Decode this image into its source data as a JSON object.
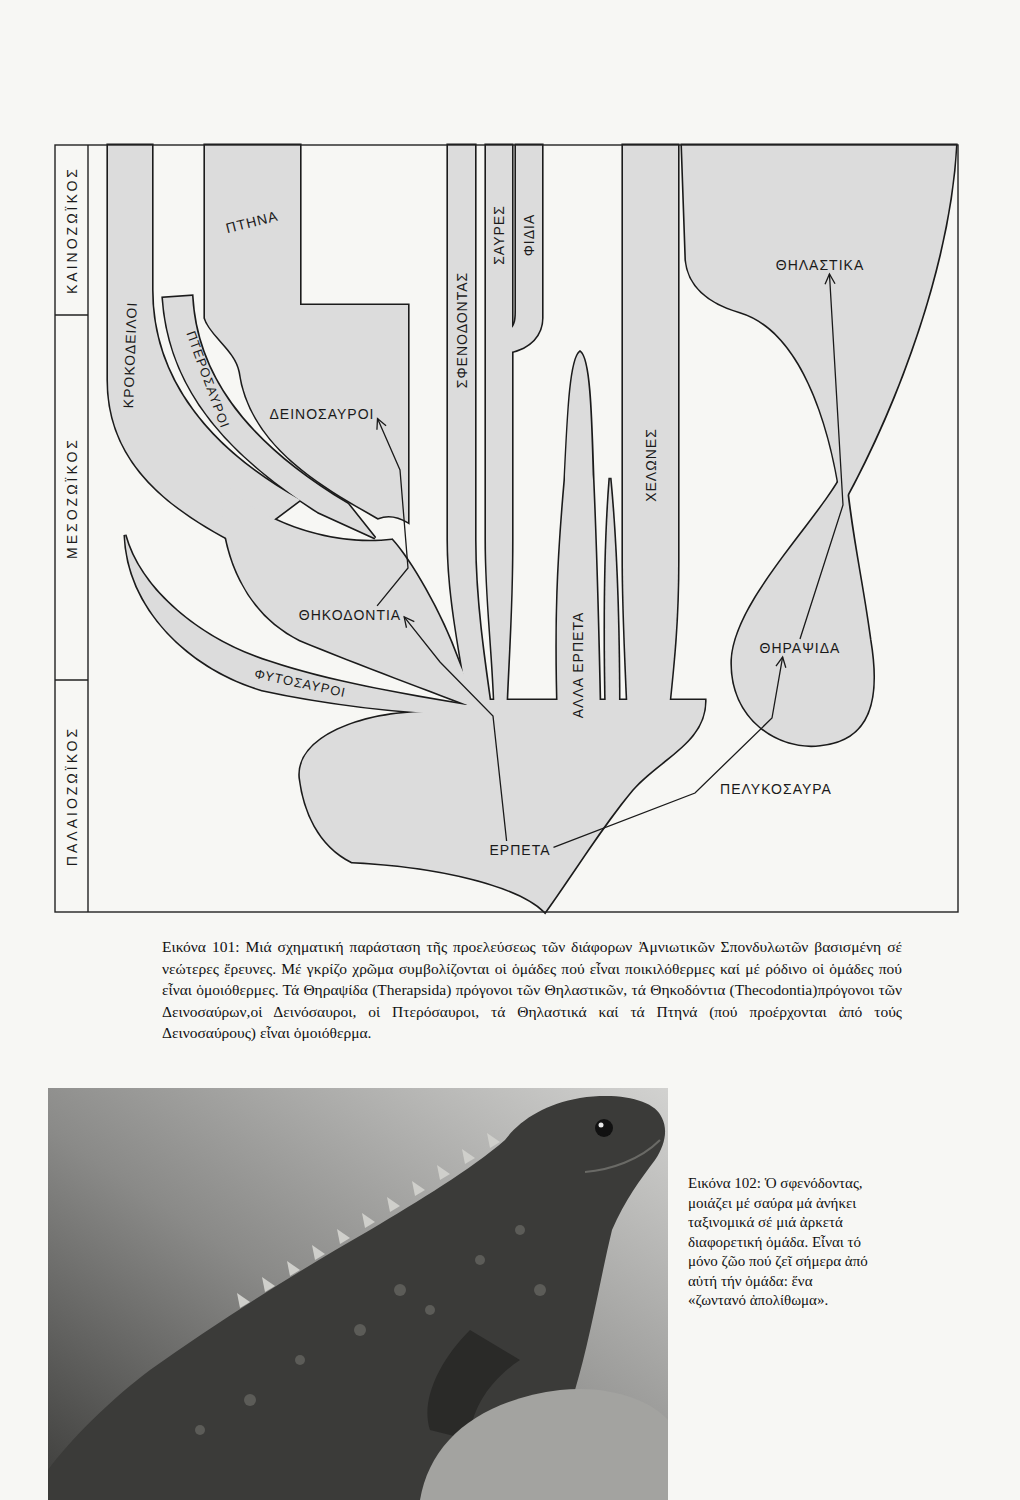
{
  "diagram": {
    "caption": "Εικόνα 101: Μιά σχηματική παράσταση τῆς προελεύσεως τῶν διάφορων Ἀμνιωτικῶν Σπονδυλωτῶν βασισμένη σέ νεώτερες ἔρευνες. Μέ γκρίζο χρῶμα συμβολίζονται οἱ ὁμάδες πού εἶναι ποικιλόθερμες καί μέ ρόδινο οἱ ὁμάδες πού εἶναι ὁμοιόθερμες. Τά Θηραψίδα (Therapsida) πρόγονοι τῶν Θηλαστικῶν, τά Θηκοδόντια (Thecodontia)πρόγονοι τῶν Δεινοσαύρων,οἱ Δεινόσαυροι, οἱ Πτερόσαυροι, τά Θηλαστικά καί τά Πτηνά (πού προέρχονται ἀπό τούς Δεινοσαύρους) εἶναι ὁμοιόθερμα.",
    "nodes": [
      {
        "text": [
          "ΚΑΙΝΟΖΩΪΚΟΣ"
        ]
      },
      {
        "text": [
          "ΜΕΣΟΖΩΪΚΟΣ"
        ]
      },
      {
        "text": [
          "ΠΑΛΑΙΟΖΩΪΚΟΣ"
        ]
      },
      {
        "text": [
          "ΠΤΗΝΑ"
        ]
      },
      {
        "text": [
          "ΚΡΟΚΟΔΕΙΛΟΙ"
        ]
      },
      {
        "text": [
          "ΠΤΕΡΟΣΑΥΡΟΙ"
        ]
      },
      {
        "text": [
          "ΔΕΙΝΟΣΑΥΡΟΙ"
        ]
      },
      {
        "text": [
          "ΣΦΕΝΟΔΟΝΤΑΣ"
        ]
      },
      {
        "text": [
          "ΣΑΥΡΕΣ"
        ]
      },
      {
        "text": [
          "ΦΙΔΙΑ"
        ]
      },
      {
        "text": [
          "ΘΗΛΑΣΤΙΚΑ"
        ]
      },
      {
        "text": [
          "ΧΕΛΩΝΕΣ"
        ]
      },
      {
        "text": [
          "ΘΗΚΟΔΟΝΤΙΑ"
        ]
      },
      {
        "text": [
          "ΦΥΤΟΣΑΥΡΟΙ"
        ]
      },
      {
        "text": [
          "ΑΛΛΑ ΕΡΠΕΤΑ"
        ]
      },
      {
        "text": [
          "ΘΗΡΑΨΙΔΑ"
        ]
      },
      {
        "text": [
          "ΕΡΠΕΤΑ"
        ]
      }
    ],
    "edges": [
      {
        "from": 16,
        "to": 15,
        "label": "ΠΕΛΥΚΟΣΑΥΡΑ",
        "arrow": "to"
      },
      {
        "from": 16,
        "to": 12,
        "arrow": "to"
      },
      {
        "from": 12,
        "to": 6,
        "arrow": "to"
      },
      {
        "from": 15,
        "to": 10,
        "arrow": "to"
      }
    ],
    "labels": [
      "Εικόνα 102: Ὁ σφενόδοντας, μοιάζει μέ σαύρα μά ἀνήκει ταξινομικά σέ μιά ἀρκετά διαφορετική ὁμάδα. Εἶναι τό μόνο ζῶο πού ζεῖ σήμερα ἀπό αὐτή τήν ὁμάδα: ἕνα «ζωντανό ἀπολίθωμα»."
    ]
  }
}
